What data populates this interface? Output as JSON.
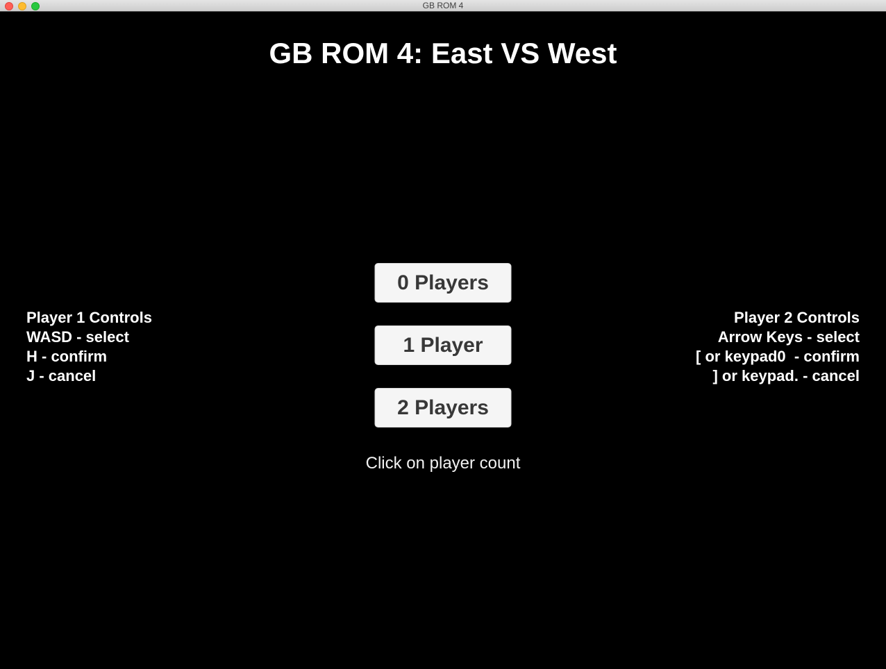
{
  "window": {
    "titlebar_title": "GB ROM 4",
    "traffic_light_colors": {
      "close": "#ff5f57",
      "minimize": "#febc2e",
      "zoom": "#28c840"
    }
  },
  "screen": {
    "background_color": "#000000",
    "title": "GB ROM 4: East VS West",
    "player1_controls": {
      "lines": {
        "0": "Player 1 Controls",
        "1": "WASD - select",
        "2": "H - confirm",
        "3": "J - cancel"
      }
    },
    "player2_controls": {
      "lines": {
        "0": "Player 2 Controls",
        "1": "Arrow Keys - select",
        "2": "[ or keypad0  - confirm",
        "3": "] or keypad. - cancel"
      }
    },
    "buttons": {
      "0": {
        "label": "0 Players"
      },
      "1": {
        "label": "1 Player"
      },
      "2": {
        "label": "2 Players"
      }
    },
    "hint": "Click on player count",
    "button_style": {
      "background": "#f5f5f5",
      "text_color": "#383838"
    }
  }
}
